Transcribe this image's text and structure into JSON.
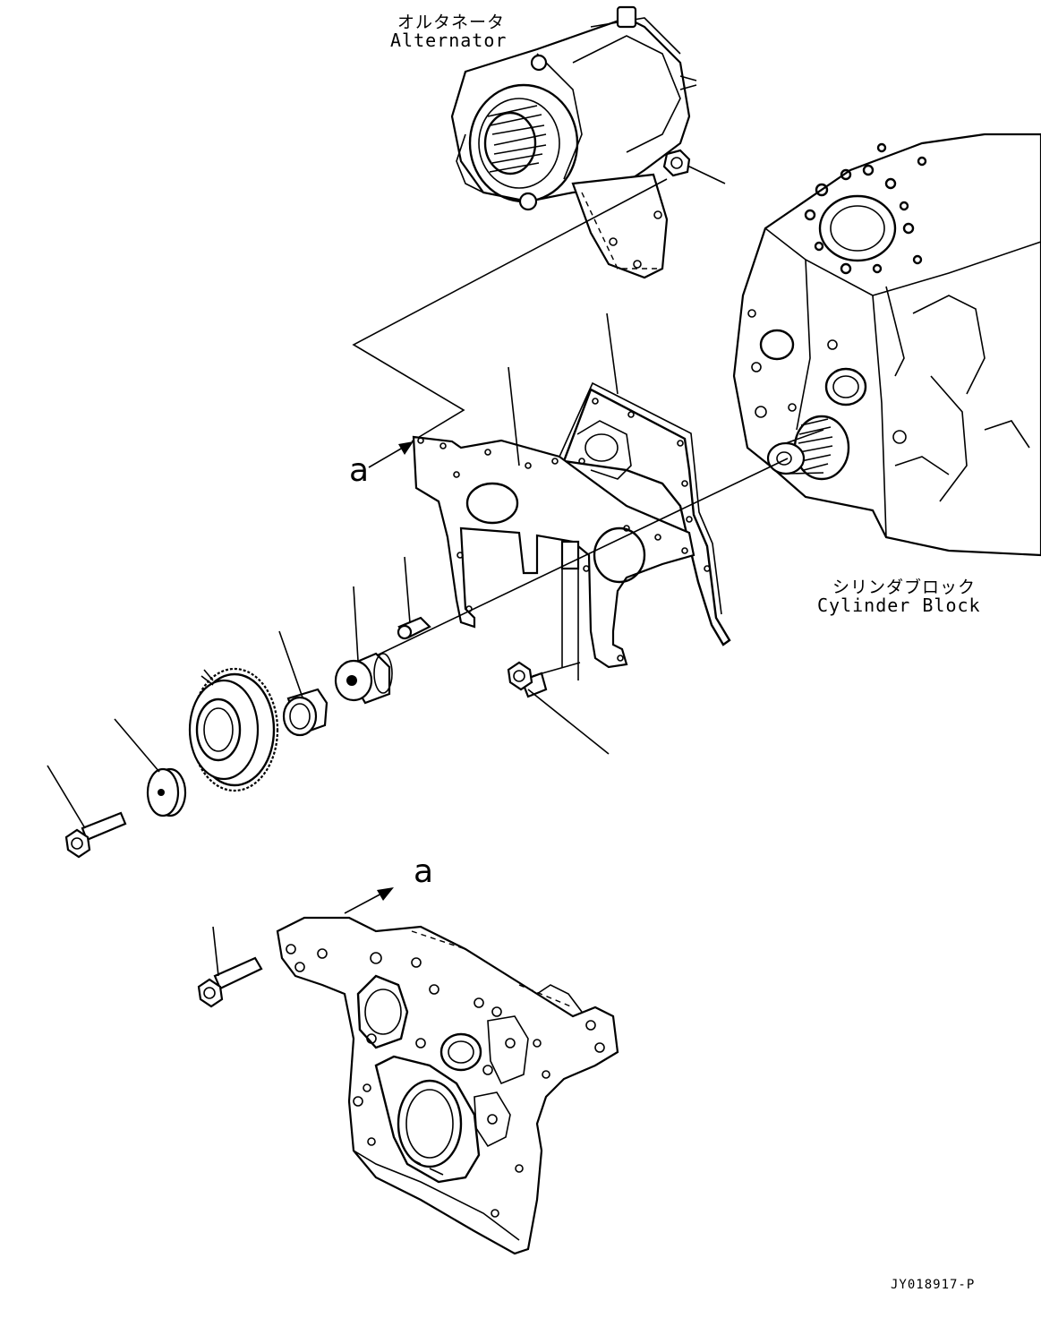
{
  "labels": {
    "alternator_jp": "オルタネータ",
    "alternator_en": "Alternator",
    "cylinder_block_jp": "シリンダブロック",
    "cylinder_block_en": "Cylinder Block",
    "view_marker_upper": "a",
    "view_marker_lower": "a",
    "drawing_code": "JY018917-P"
  }
}
